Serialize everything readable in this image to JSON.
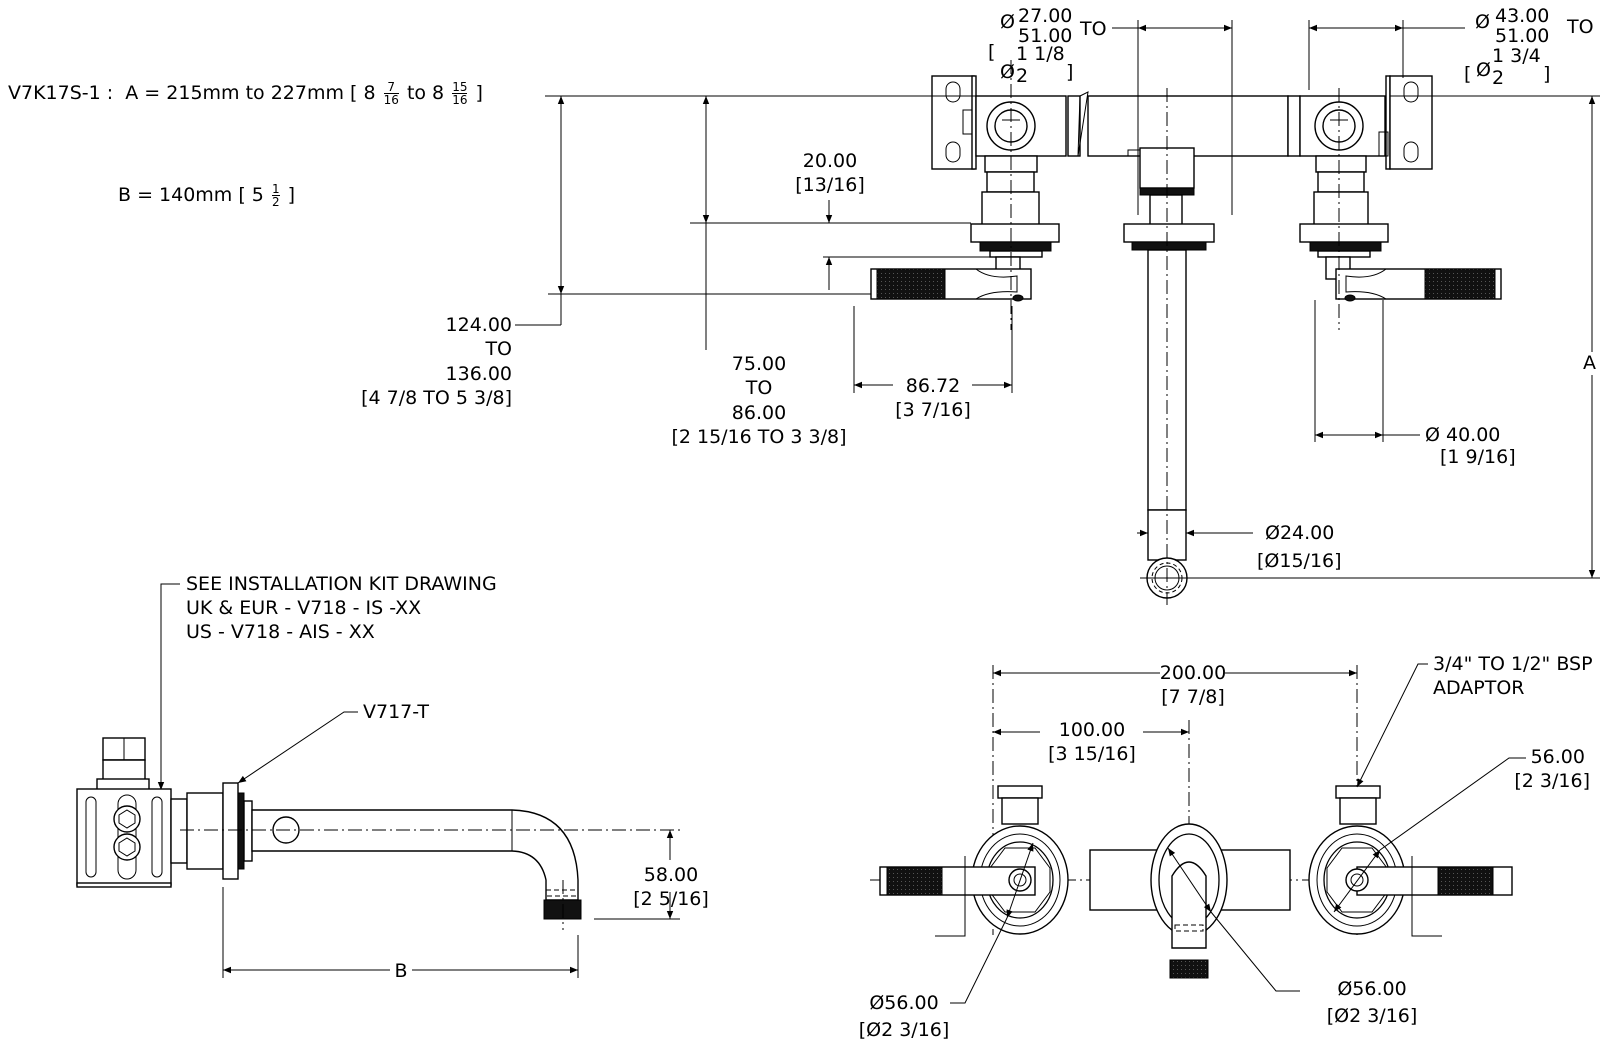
{
  "header": {
    "model": "V7K17S-1 :",
    "a_line": {
      "label": "A = 215mm to 227mm [ 8",
      "frac1_num": "7",
      "frac1_den": "16",
      "mid": "to 8",
      "frac2_num": "15",
      "frac2_den": "16",
      "end": "]"
    },
    "b_line": {
      "label": "B = 140mm [ 5",
      "frac_num": "1",
      "frac_den": "2",
      "end": "]"
    }
  },
  "top_view": {
    "left_body_dia": {
      "line1": "27.00",
      "line2": "51.00",
      "to": "TO",
      "imp_top": "1 1/8",
      "imp_bottom": "2"
    },
    "right_body_dia": {
      "line1": "43.00",
      "line2": "51.00",
      "to": "TO",
      "imp_top": "1 3/4",
      "imp_bottom": "2"
    },
    "dim_20": {
      "value": "20.00",
      "imperial": "[13/16]"
    },
    "dim_124": {
      "line1": "124.00",
      "line2": "TO",
      "line3": "136.00",
      "imperial": "[4 7/8 TO 5 3/8]"
    },
    "dim_75": {
      "line1": "75.00",
      "line2": "TO",
      "line3": "86.00",
      "imperial": "[2 15/16 TO 3 3/8]"
    },
    "dim_8672": {
      "value": "86.72",
      "imperial": "[3 7/16]"
    },
    "dim_40": {
      "value": "Ø  40.00",
      "imperial": "[1 9/16]"
    },
    "dim_24": {
      "value": "Ø24.00",
      "imperial": "[Ø15/16]"
    },
    "dim_A": "A",
    "diameter_symbol": "Ø"
  },
  "side_view": {
    "note": [
      "SEE INSTALLATION KIT DRAWING",
      "UK & EUR - V718 - IS -XX",
      "US - V718 - AIS - XX"
    ],
    "part_label": "V717-T",
    "dim_58": {
      "value": "58.00",
      "imperial": "[2 5/16]"
    },
    "dim_B": "B"
  },
  "front_view": {
    "dim_200": {
      "value": "200.00",
      "imperial": "[7 7/8]"
    },
    "dim_100": {
      "value": "100.00",
      "imperial": "[3 15/16]"
    },
    "adaptor_note": [
      "3/4\" TO 1/2\" BSP",
      "ADAPTOR"
    ],
    "dim_56_right": {
      "value": "56.00",
      "imperial": "[2 3/16]"
    },
    "dim_56_left": {
      "value": "Ø56.00",
      "imperial": "[Ø2 3/16]"
    },
    "dim_56_center": {
      "value": "Ø56.00",
      "imperial": "[Ø2 3/16]"
    }
  }
}
